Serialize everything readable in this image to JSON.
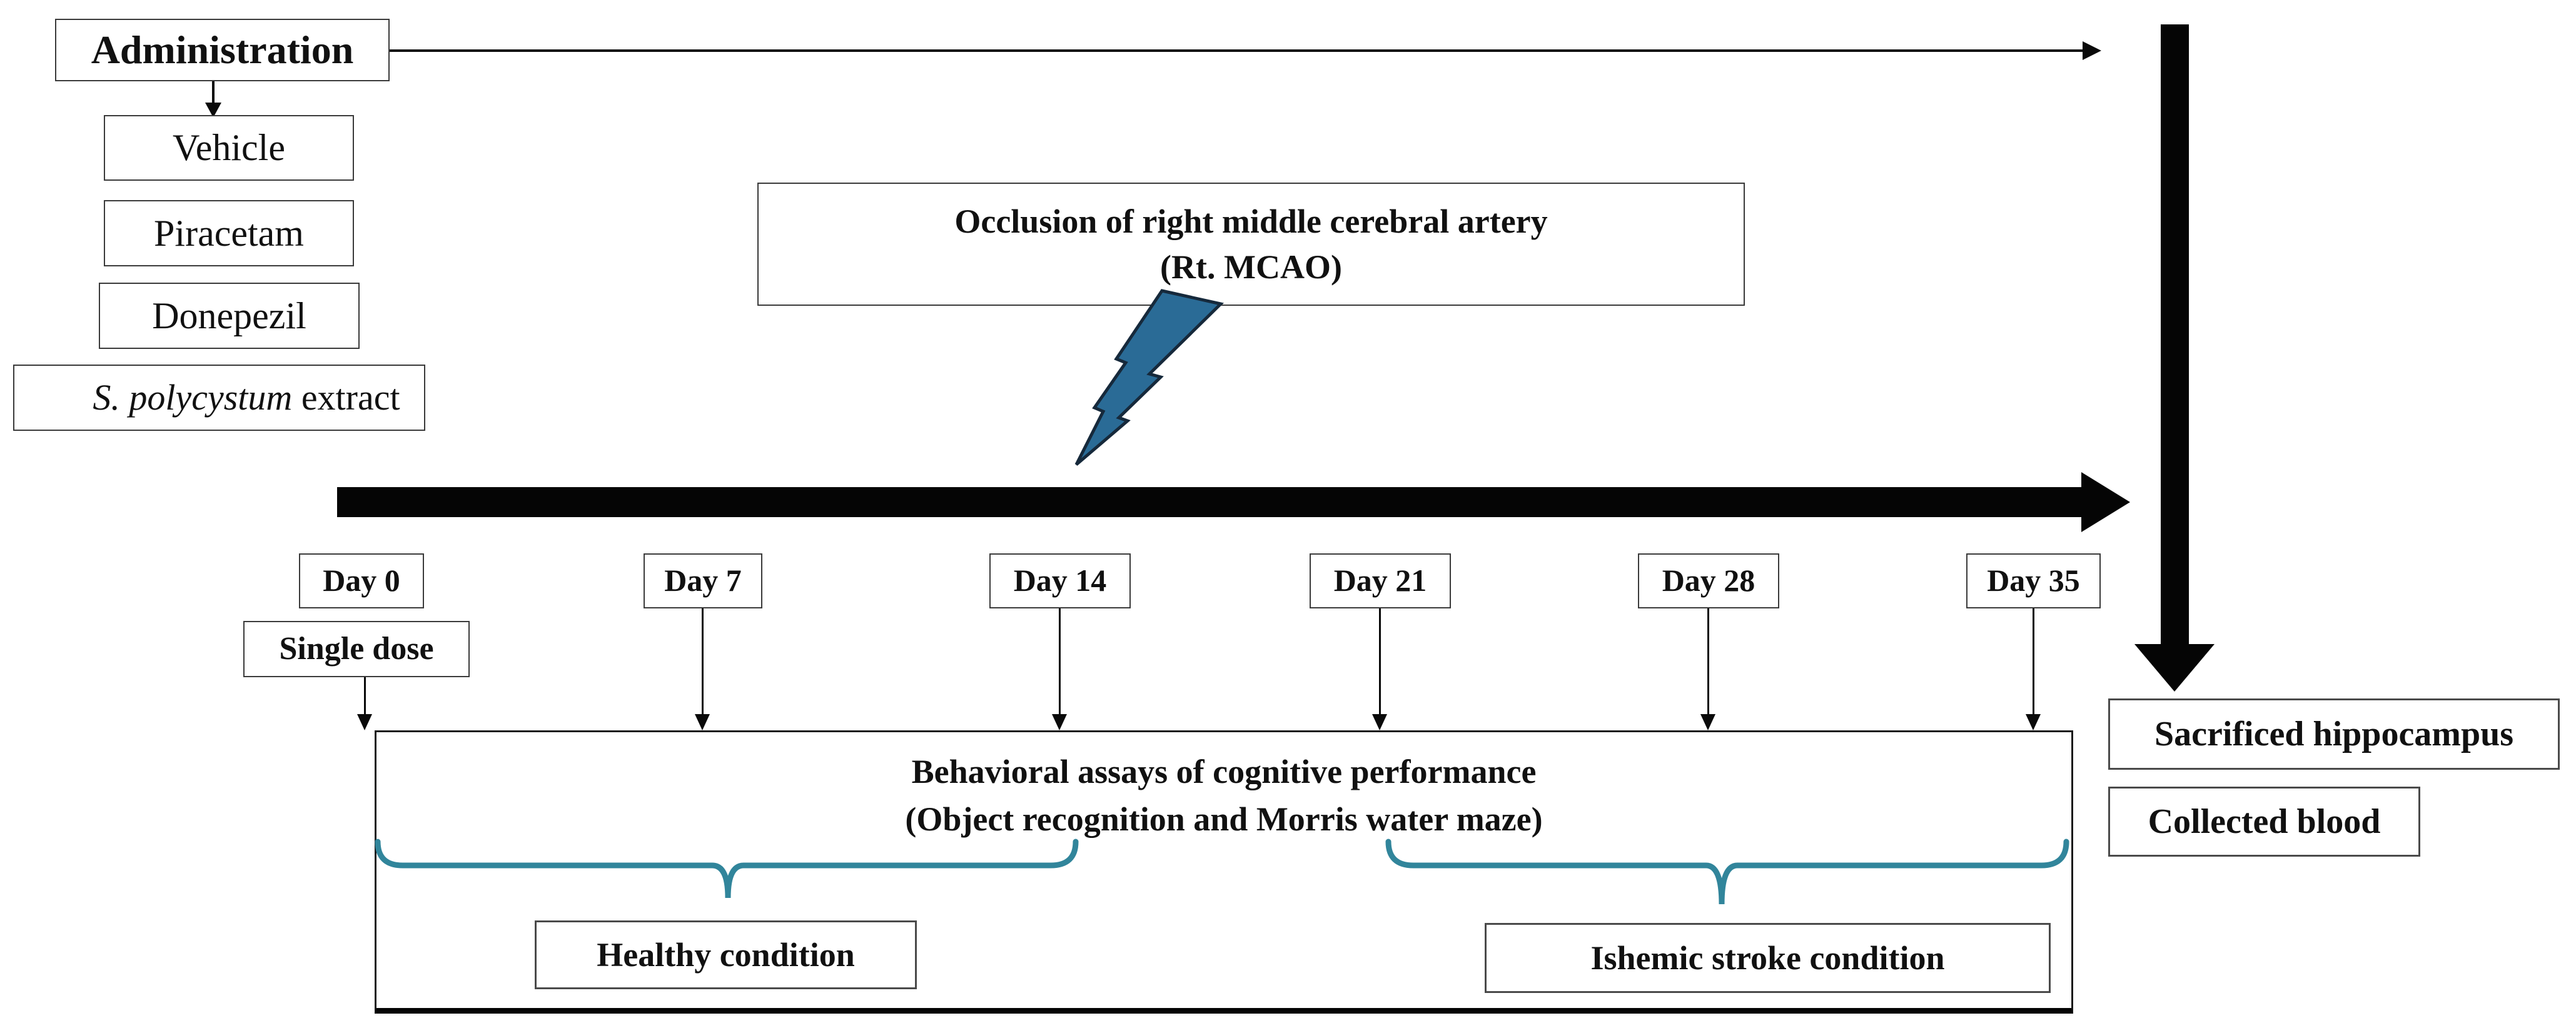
{
  "administration": {
    "title": "Administration",
    "treatments": [
      "Vehicle",
      "Piracetam",
      "Donepezil"
    ],
    "extract": {
      "italic": "S. polycystum",
      "rest": " extract"
    }
  },
  "occlusion": {
    "line1": "Occlusion of right middle cerebral artery",
    "line2": "(Rt. MCAO)"
  },
  "timeline": {
    "days": [
      "Day 0",
      "Day 7",
      "Day 14",
      "Day 21",
      "Day 28",
      "Day 35"
    ],
    "single_dose": "Single dose"
  },
  "assays": {
    "line1": "Behavioral assays of cognitive performance",
    "line2": "(Object recognition and Morris water maze)"
  },
  "conditions": {
    "healthy": "Healthy condition",
    "stroke": "Ishemic stroke condition"
  },
  "outcomes": {
    "hippocampus": "Sacrificed hippocampus",
    "blood": "Collected blood"
  },
  "colors": {
    "brace": "#31859b",
    "bolt_fill": "#2a6b96",
    "bolt_stroke": "#16293b",
    "arrow_black": "#000000"
  }
}
